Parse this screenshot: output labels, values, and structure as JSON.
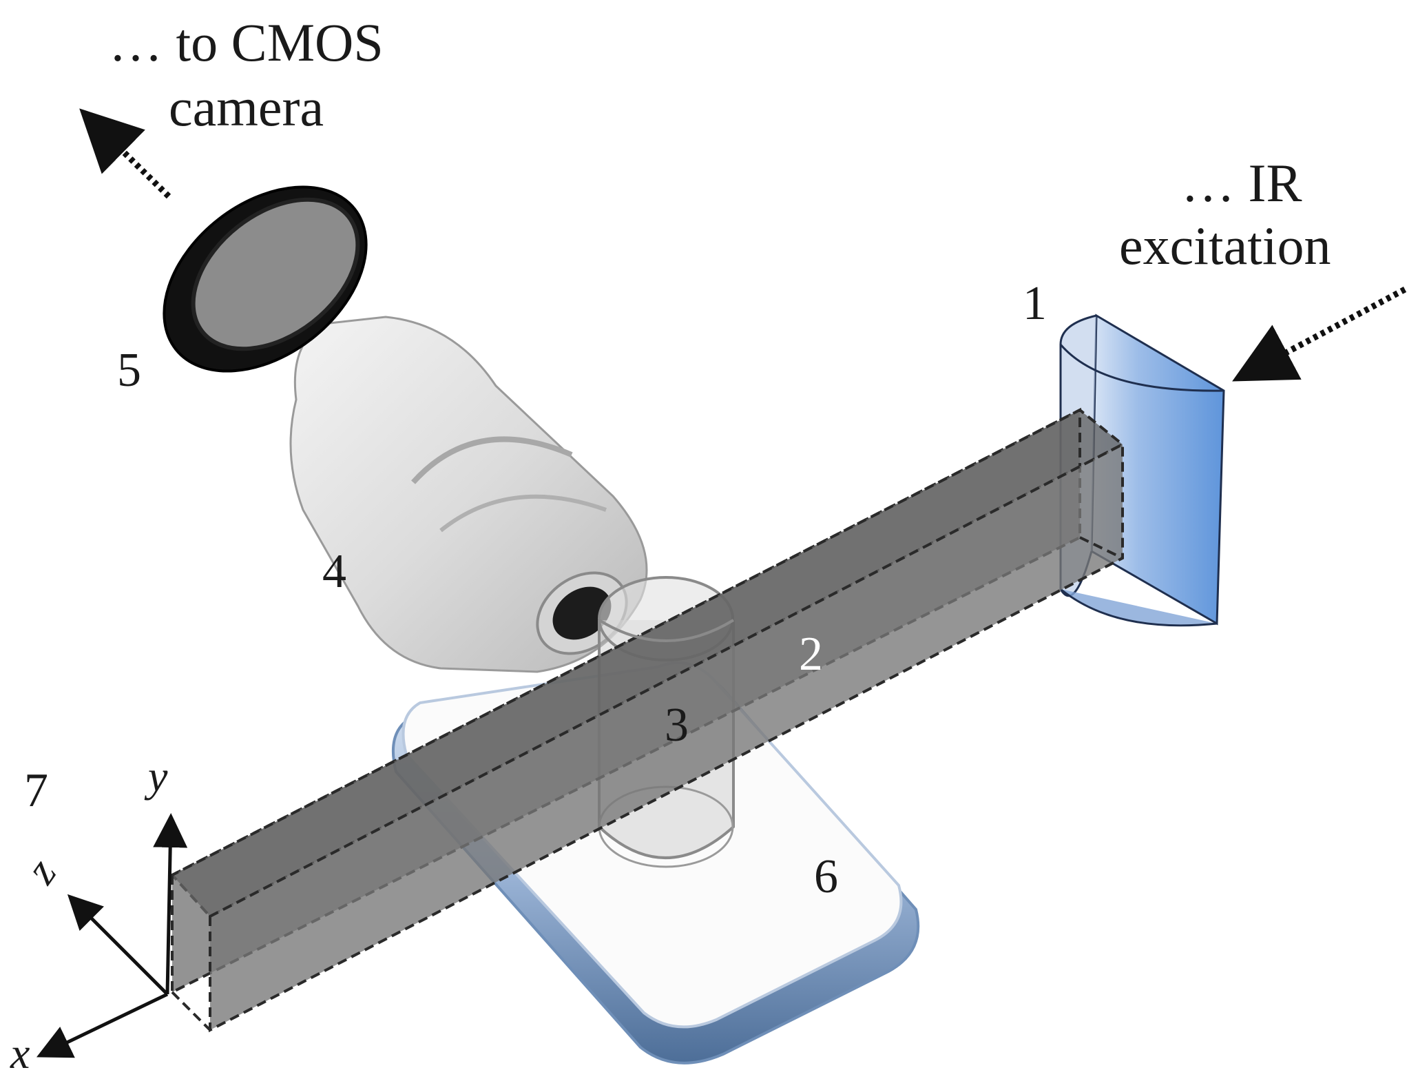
{
  "labels": {
    "camera_line1": "… to CMOS",
    "camera_line2": "camera",
    "ir_line1": "… IR",
    "ir_line2": "excitation",
    "n1": "1",
    "n2": "2",
    "n3": "3",
    "n4": "4",
    "n5": "5",
    "n6": "6",
    "n7": "7"
  },
  "axes": {
    "x": "x",
    "y": "y",
    "z": "z"
  },
  "colors": {
    "beam": "#6f6f6f",
    "lens": "#6f9fdc",
    "stage_edge": "#7fa6d6",
    "text": "#1a1a1a"
  }
}
